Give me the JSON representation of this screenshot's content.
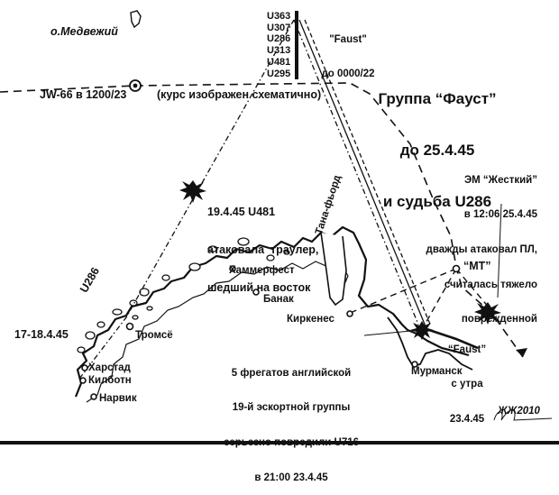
{
  "title": {
    "line1": "Группа “Фауст”",
    "line2": "до 25.4.45",
    "line3": "и судьба U286"
  },
  "island": "о.Медвежий",
  "boats": [
    "U363",
    "U307",
    "U286",
    "U313",
    "U481",
    "U295"
  ],
  "faust_top": {
    "line1": "\"Faust\"",
    "line2": "до 0000/22"
  },
  "convoy": {
    "label": "JW-66 в 1200/23",
    "note": "(курс изображен схематично)"
  },
  "attack_u481": {
    "line1": "19.4.45 U481",
    "line2": "атаковала  траулер,",
    "line3": "шедший на восток"
  },
  "destroyer": {
    "line1": "ЭМ “Жесткий”",
    "line2": "в 12:06 25.4.45",
    "line3": "дважды атаковал ПЛ,",
    "line4": "считалась тяжело",
    "line5": "поврежденной"
  },
  "mt_label": "“МТ”",
  "faust_bottom": {
    "line1": "“Faust”",
    "line2": "с утра",
    "line3": "23.4.45"
  },
  "frigates": {
    "line1": "5 фрегатов английской",
    "line2": "19-й эскортной группы",
    "line3": "серьезно повредили U716",
    "line4": "в 21:00 23.4.45"
  },
  "u286_track": "U286",
  "date_1718": "17-18.4.45",
  "places": {
    "hammerfest": "Хаммерфест",
    "tana": "Тана-фьорд",
    "banak": "Банак",
    "kirkenes": "Киркенес",
    "tromso": "Тромсё",
    "harstad": "Харстад",
    "kilbotn": "Килботн",
    "narvik": "Нарвик",
    "murmansk": "Мурманск"
  },
  "signature": "ЖЖ2010"
}
